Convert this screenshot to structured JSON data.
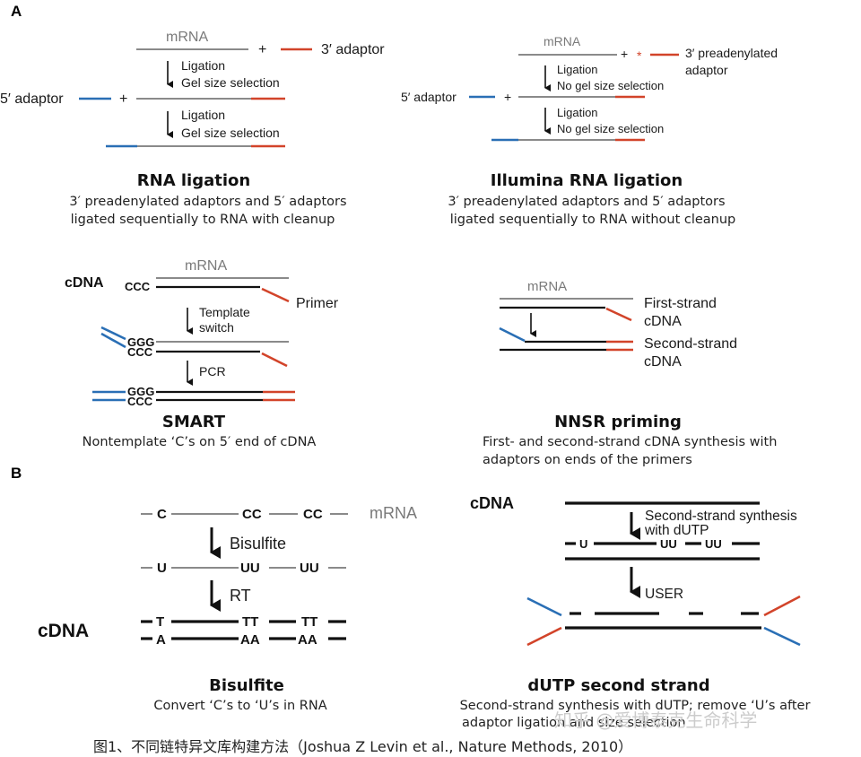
{
  "panel_a": "A",
  "panel_b": "B",
  "rna_ligation": {
    "mrna": "mRNA",
    "three_adaptor": "3′ adaptor",
    "five_adaptor": "5′ adaptor",
    "plus1": "+",
    "plus2": "+",
    "step1_a": "Ligation",
    "step1_b": "Gel size selection",
    "step2_a": "Ligation",
    "step2_b": "Gel size selection",
    "title": "RNA ligation",
    "desc1": "3′ preadenylated adaptors and 5′ adaptors",
    "desc2": "ligated sequentially to RNA with cleanup"
  },
  "illumina": {
    "mrna": "mRNA",
    "plus1": "+",
    "plus2": "+",
    "star": "*",
    "pre1": "3′ preadenylated",
    "pre2": "adaptor",
    "five_adaptor": "5′ adaptor",
    "step1_a": "Ligation",
    "step1_b": "No gel size selection",
    "step2_a": "Ligation",
    "step2_b": "No gel size selection",
    "title": "Illumina RNA ligation",
    "desc1": "3′ preadenylated adaptors and 5′ adaptors",
    "desc2": "ligated sequentially to RNA  without cleanup"
  },
  "smart": {
    "cdna": "cDNA",
    "mrna": "mRNA",
    "ccc1": "CCC",
    "primer": "Primer",
    "step1_a": "Template",
    "step1_b": "switch",
    "ggg1": "GGG",
    "ccc2": "CCC",
    "pcr": "PCR",
    "ggg2": "GGG",
    "ccc3": "CCC",
    "title": "SMART",
    "desc1": "Nontemplate ‘C’s on 5′ end of cDNA"
  },
  "nnsr": {
    "mrna": "mRNA",
    "first1": "First-strand",
    "first2": "cDNA",
    "second1": "Second-strand",
    "second2": "cDNA",
    "title": "NNSR priming",
    "desc1": "First- and second-strand cDNA synthesis with",
    "desc2": "adaptors on ends of the primers"
  },
  "bisulfite": {
    "c1": "C",
    "cc1": "CC",
    "cc2": "CC",
    "mrna": "mRNA",
    "step1": "Bisulfite",
    "u1": "U",
    "uu1": "UU",
    "uu2": "UU",
    "step2": "RT",
    "cdna": "cDNA",
    "t1": "T",
    "tt1": "TT",
    "tt2": "TT",
    "a1": "A",
    "aa1": "AA",
    "aa2": "AA",
    "title": "Bisulfite",
    "desc1": "Convert ‘C’s to ‘U’s in RNA"
  },
  "dutp": {
    "cdna": "cDNA",
    "step1_a": "Second-strand synthesis",
    "step1_b": "with dUTP",
    "u1": "U",
    "uu1": "UU",
    "uu2": "UU",
    "user": "USER",
    "title": "dUTP second strand",
    "desc1": "Second-strand synthesis with dUTP; remove ‘U’s after",
    "desc2": "adaptor ligation and size selection"
  },
  "caption": "图1、不同链特异文库构建方法（Joshua Z Levin et al., Nature Methods, 2010）",
  "watermark": "知乎 @爱博泰克生命科学",
  "colors": {
    "rna_gray": "#8a8a8a",
    "dna_black": "#111111",
    "adaptor_red": "#d2442a",
    "adaptor_blue": "#2a6fb5"
  }
}
